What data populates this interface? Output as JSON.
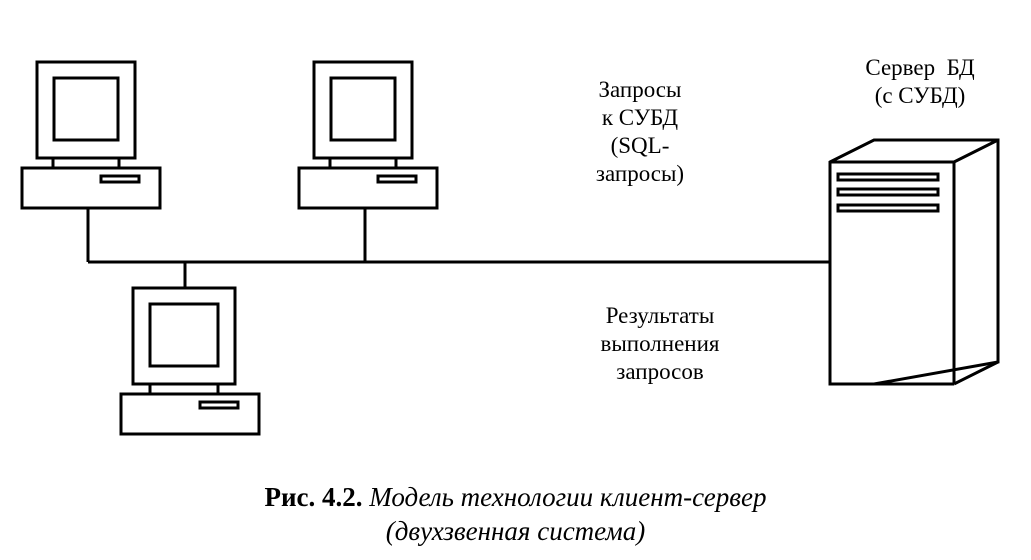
{
  "labels": {
    "requests": "Запросы\nк СУБД\n(SQL-\nзапросы)",
    "server": "Сервер  БД\n(с СУБД)",
    "results": "Результаты\nвыполнения\nзапросов"
  },
  "caption": {
    "figure": "Рис. 4.2.",
    "title": "Модель технологии клиент-сервер",
    "subtitle": "(двухзвенная система)"
  }
}
